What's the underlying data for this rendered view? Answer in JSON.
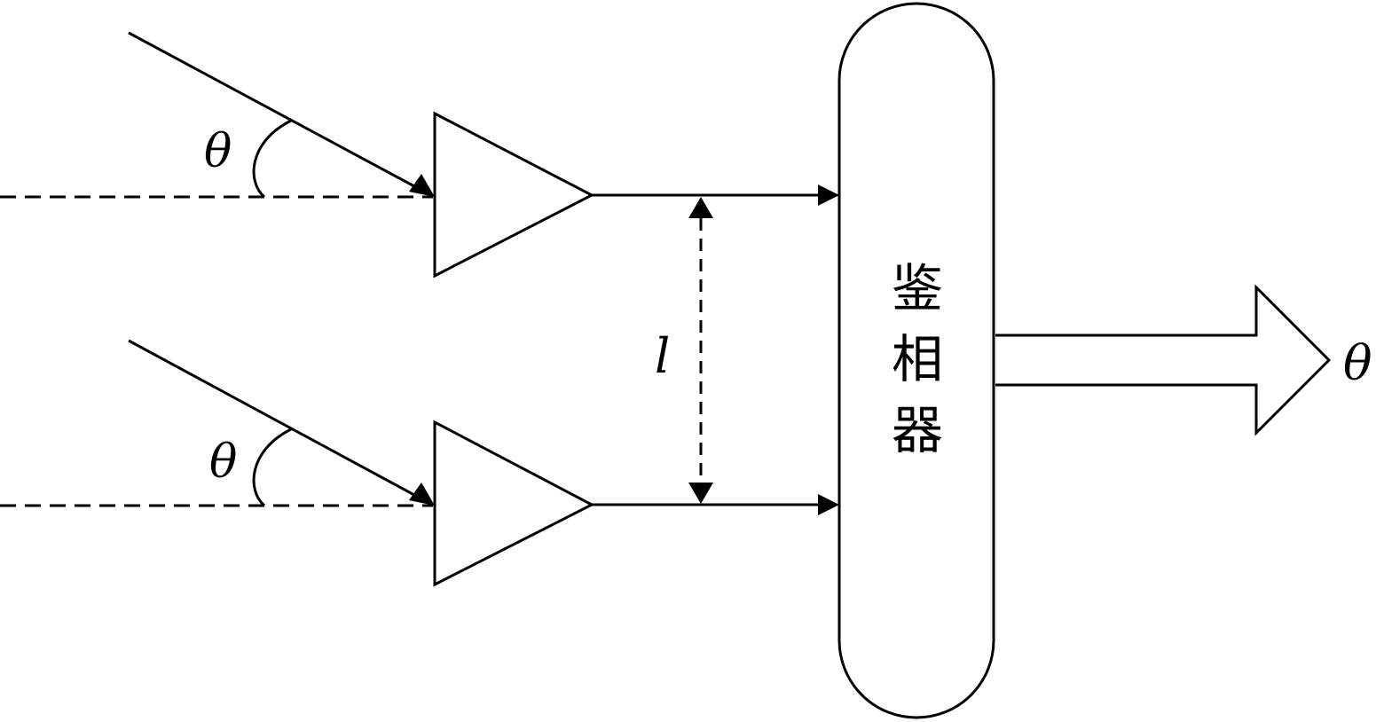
{
  "diagram": {
    "angle_label_top": "θ",
    "angle_label_bottom": "θ",
    "spacing_label": "l",
    "phase_detector": {
      "char1": "鉴",
      "char2": "相",
      "char3": "器"
    },
    "output_label": "θ"
  }
}
